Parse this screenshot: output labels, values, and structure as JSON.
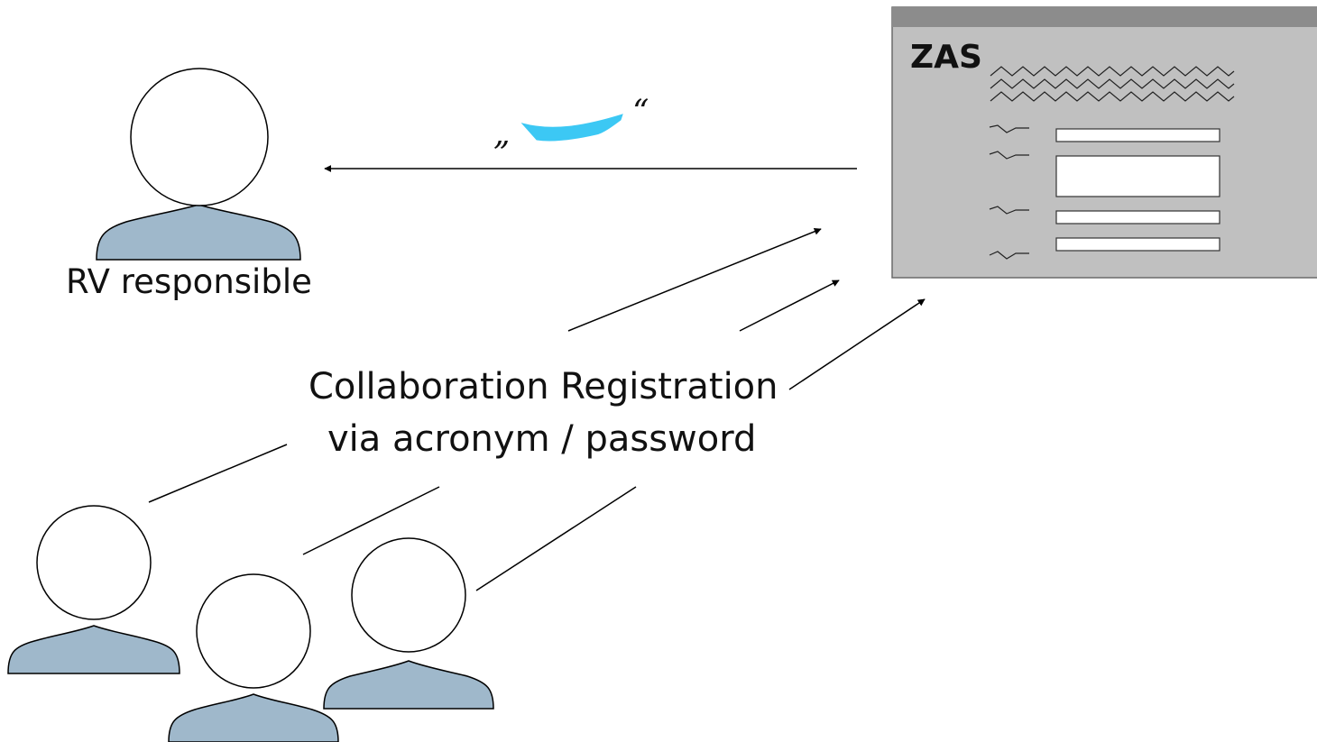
{
  "system": {
    "name": "ZAS"
  },
  "actors": {
    "responsible_label": "RV responsible"
  },
  "caption": {
    "line1": "Collaboration Registration",
    "line2": "via acronym / password"
  },
  "message": {
    "quote_open": "„",
    "quote_close": "“",
    "document_color": "#3cc8f4"
  },
  "colors": {
    "person_body": "#9fb8cb",
    "window_fill": "#c0c0c0",
    "window_titlebar": "#8c8c8c",
    "line": "#000000"
  }
}
